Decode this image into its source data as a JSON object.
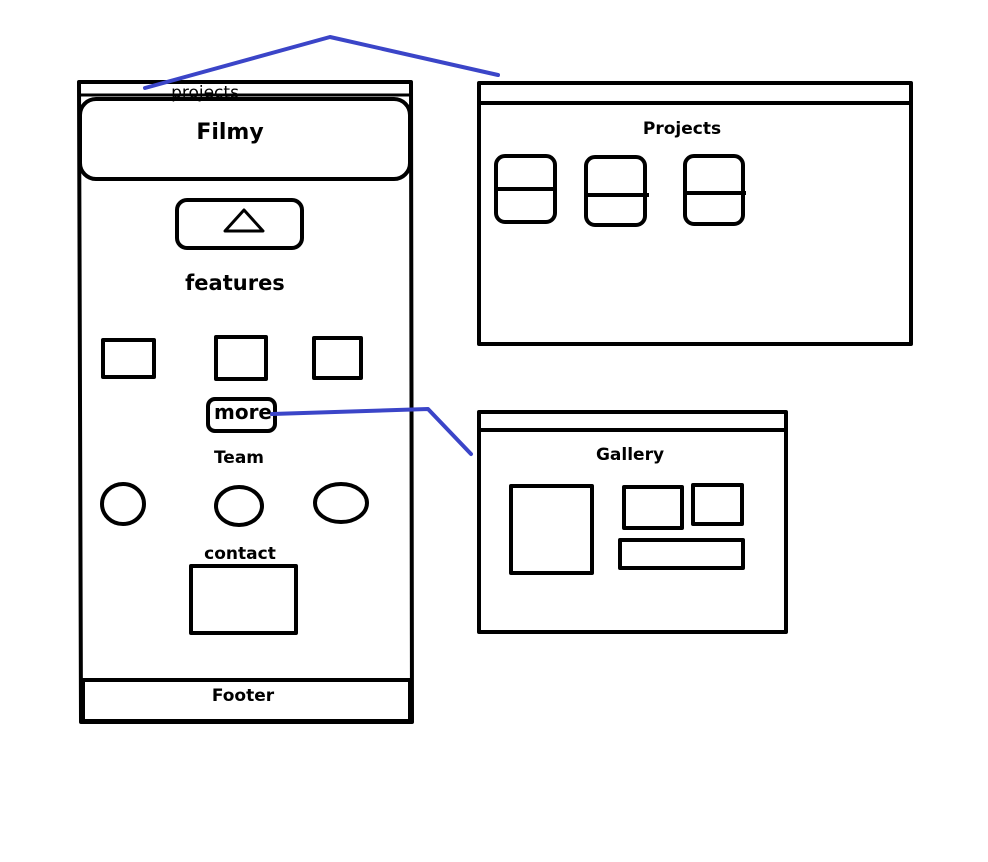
{
  "main_page": {
    "nav_label": "projects",
    "header_title": "Filmy",
    "features_heading": "features",
    "more_button": "more",
    "team_heading": "Team",
    "contact_heading": "contact",
    "footer_label": "Footer"
  },
  "projects_page": {
    "title": "Projects"
  },
  "gallery_page": {
    "title": "Gallery"
  },
  "colors": {
    "connector": "#3b45c8",
    "ink": "#000000"
  }
}
